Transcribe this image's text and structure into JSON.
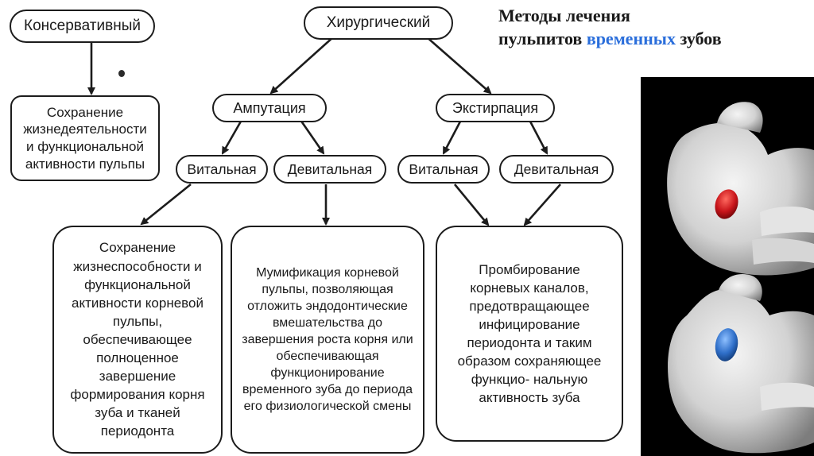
{
  "title": {
    "line1": "Методы лечения",
    "line2_pre": "пульпитов ",
    "line2_accent": "временных",
    "line2_post": " зубов",
    "accent_color": "#2a6edb"
  },
  "nodes": {
    "conservative": "Консервативный",
    "surgical": "Хирургический",
    "conservative_result": "Сохранение жизнедеятельности и функциональной активности пульпы",
    "amputation": "Ампутация",
    "extirpation": "Экстирпация",
    "amp_vital": "Витальная",
    "amp_devital": "Девитальная",
    "ext_vital": "Витальная",
    "ext_devital": "Девитальная",
    "vital_result": "Сохранение жизнеспособности и функциональной активности корневой пульпы, обеспечивающее полноценное завершение формирования корня зуба и тканей периодонта",
    "devital_result": "Мумификация корневой пульпы, позволяющая отложить эндодонтические вмешательства до завершения роста корня или обеспечивающая функционирование временного зуба до периода его физиологической смены",
    "ext_result": "Промбирование корневых каналов, предотвращающее инфицирование периодонта и таким образом сохраняющее функцио- нальную активность зуба"
  },
  "photo": {
    "pills": [
      "red-pill",
      "blue-pill"
    ],
    "colors": {
      "red": "#c8141a",
      "blue": "#2f6fc9",
      "background": "#000000"
    }
  }
}
